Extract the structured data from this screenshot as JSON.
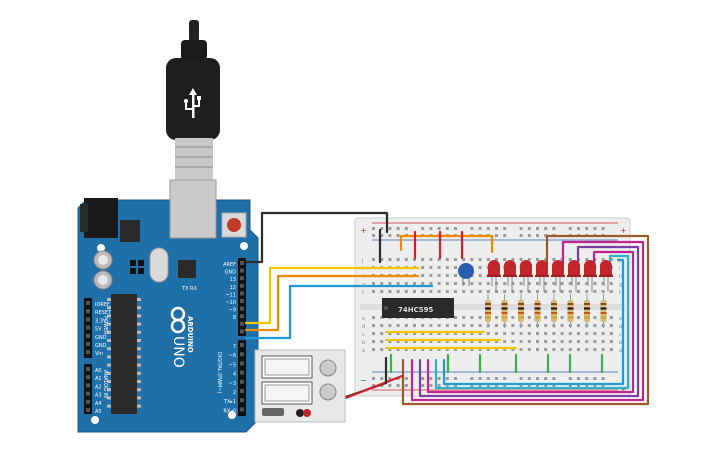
{
  "arduino": {
    "brand": "ARDUINO",
    "model": "UNO",
    "reset_label": "RESET",
    "power_pins": [
      "IOREF",
      "RESET",
      "3.3V",
      "5V",
      "GND",
      "GND",
      "Vin"
    ],
    "power_label": "POWER",
    "analog_pins": [
      "A0",
      "A1",
      "A2",
      "A3",
      "A4",
      "A5"
    ],
    "analog_label": "ANALOG IN",
    "digital_pins": [
      "AREF",
      "GND",
      "13",
      "12",
      "~11",
      "~10",
      "~9",
      "8",
      "7",
      "~6",
      "~5",
      "4",
      "~3",
      "2",
      "TX▸1",
      "RX◂0"
    ],
    "digital_label": "DIGITAL (PWM~)",
    "tx_label": "TX",
    "rx_label": "RX"
  },
  "shift_register": {
    "label": "74HC595"
  },
  "breadboard": {
    "row_letters_top": [
      "j",
      "i",
      "h",
      "g",
      "f"
    ],
    "row_letters_bottom": [
      "e",
      "d",
      "c",
      "b",
      "a"
    ],
    "rail_plus": "+",
    "rail_minus": "−"
  },
  "components": {
    "led_count": 8,
    "resistor_count": 8,
    "led_color": "#c0262b",
    "capacitor_color": "#2a5db0"
  },
  "colors": {
    "board_blue": "#1f6fa8",
    "breadboard": "#eeeeee",
    "wire_black": "#2b2b2b",
    "wire_red": "#d0202a",
    "wire_yellow": "#f2c500",
    "wire_orange": "#f08a00",
    "wire_blue": "#1e9ad6",
    "wire_green": "#38b34a",
    "wire_purple": "#7a3ea8",
    "wire_magenta": "#c2238d",
    "wire_brown": "#9b5a2a",
    "wire_teal": "#2bb3c8"
  }
}
